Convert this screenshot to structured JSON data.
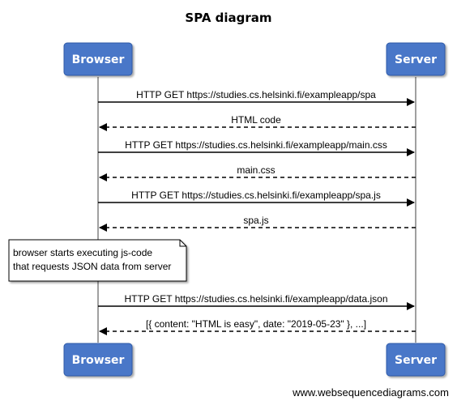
{
  "title": "SPA diagram",
  "participants": {
    "browser": "Browser",
    "server": "Server"
  },
  "messages": [
    {
      "text": "HTTP GET https://studies.cs.helsinki.fi/exampleapp/spa",
      "from": "browser",
      "to": "server",
      "style": "solid"
    },
    {
      "text": "HTML code",
      "from": "server",
      "to": "browser",
      "style": "dashed"
    },
    {
      "text": "HTTP GET https://studies.cs.helsinki.fi/exampleapp/main.css",
      "from": "browser",
      "to": "server",
      "style": "solid"
    },
    {
      "text": "main.css",
      "from": "server",
      "to": "browser",
      "style": "dashed"
    },
    {
      "text": "HTTP GET https://studies.cs.helsinki.fi/exampleapp/spa.js",
      "from": "browser",
      "to": "server",
      "style": "solid"
    },
    {
      "text": "spa.js",
      "from": "server",
      "to": "browser",
      "style": "dashed"
    },
    {
      "text": "HTTP GET https://studies.cs.helsinki.fi/exampleapp/data.json",
      "from": "browser",
      "to": "server",
      "style": "solid"
    },
    {
      "text": "[{ content: \"HTML is easy\", date: \"2019-05-23\" }, ...]",
      "from": "server",
      "to": "browser",
      "style": "dashed"
    }
  ],
  "note": {
    "line1": "browser starts executing js-code",
    "line2": "that requests JSON data from server"
  },
  "watermark": "www.websequencediagrams.com",
  "colors": {
    "actor_fill": "#4a77c8",
    "actor_border": "#2e5aa8",
    "lifeline": "#a0a0a0"
  }
}
